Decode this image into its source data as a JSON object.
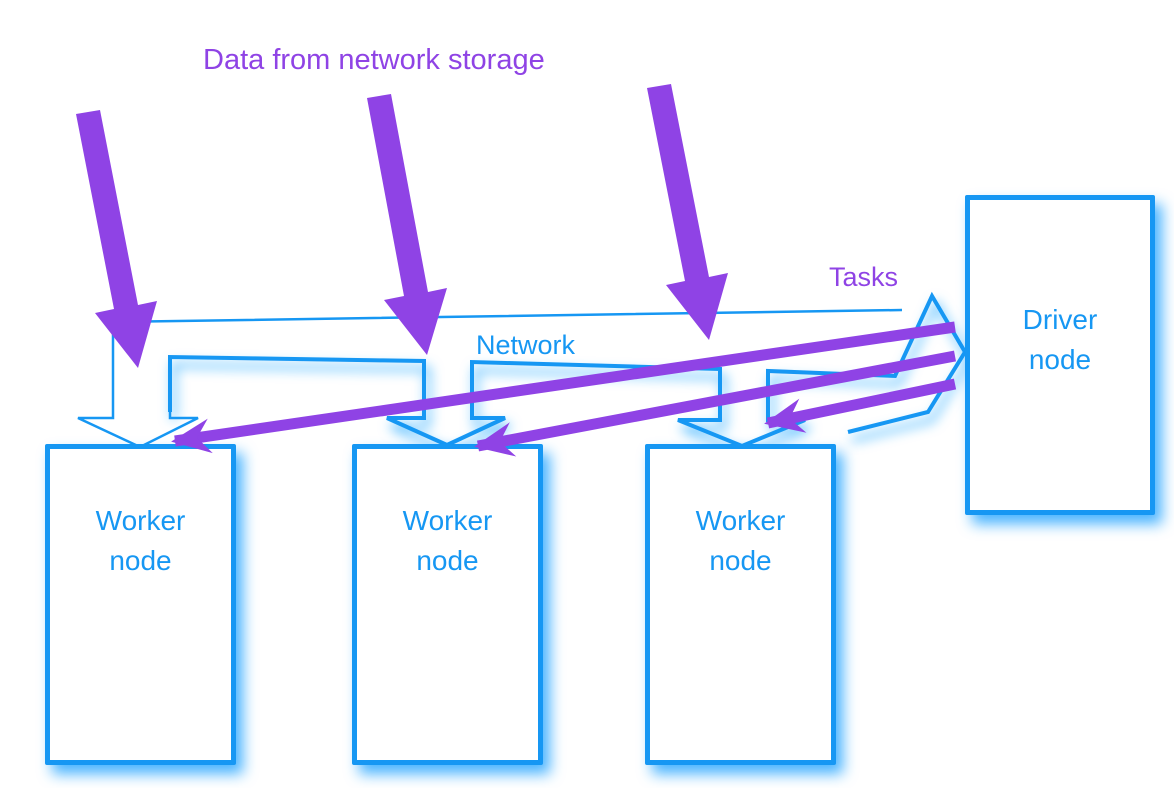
{
  "diagram": {
    "annotations": {
      "data_flow": "Data from network storage",
      "network": "Network",
      "tasks": "Tasks"
    },
    "nodes": {
      "workers": [
        {
          "line1": "Worker",
          "line2": "node"
        },
        {
          "line1": "Worker",
          "line2": "node"
        },
        {
          "line1": "Worker",
          "line2": "node"
        }
      ],
      "driver": {
        "line1": "Driver",
        "line2": "node"
      }
    },
    "colors": {
      "node_blue": "#1697F3",
      "glow_blue": "#0D9BFF",
      "arrow_purple": "#8F43E5"
    }
  }
}
